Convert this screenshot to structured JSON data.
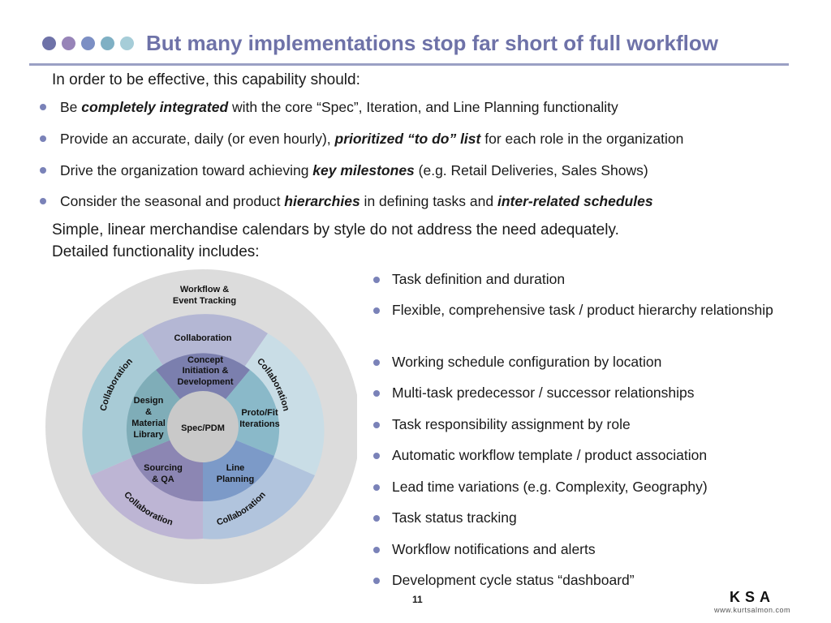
{
  "header": {
    "title": "But many implementations stop far short of full workflow",
    "dot_colors": [
      "#6e72a8",
      "#9784b8",
      "#7c8fc4",
      "#7fb0c4",
      "#a6cdd8"
    ]
  },
  "intro": "In order to be effective, this capability should:",
  "bullets": [
    {
      "pre": "Be ",
      "em": "completely integrated",
      "post": " with the core “Spec”, Iteration, and Line Planning functionality"
    },
    {
      "pre": "Provide an accurate, daily (or even hourly), ",
      "em": "prioritized “to do” list",
      "post": " for each role in the organization"
    },
    {
      "pre": "Drive the organization toward achieving ",
      "em": "key milestones",
      "post": " (e.g. Retail Deliveries, Sales Shows)"
    },
    {
      "pre": "Consider the seasonal and product ",
      "em": "hierarchies",
      "mid": " in defining tasks and ",
      "em2": "inter-related schedules"
    }
  ],
  "simple_text": {
    "line1": "Simple, linear merchandise calendars by style do not address the need adequately.",
    "line2": "Detailed functionality includes:"
  },
  "features": [
    "Task definition and duration",
    "Flexible, comprehensive task / product hierarchy relationship",
    "Working schedule configuration by location",
    "Multi-task predecessor / successor relationships",
    "Task responsibility assignment by role",
    "Automatic workflow template / product association",
    "Lead time variations (e.g. Complexity, Geography)",
    "Task status tracking",
    "Workflow notifications and alerts",
    "Development cycle status “dashboard”"
  ],
  "wheel": {
    "outer_label_1": "Workflow &",
    "outer_label_2": "Event Tracking",
    "center": "Spec/PDM",
    "collaboration": "Collaboration",
    "concept": [
      "Concept",
      "Initiation &",
      "Development"
    ],
    "proto": [
      "Proto/Fit",
      "Iterations"
    ],
    "line_planning": [
      "Line",
      "Planning"
    ],
    "sourcing": [
      "Sourcing",
      "& QA"
    ],
    "design": [
      "Design",
      "&",
      "Material",
      "Library"
    ],
    "colors": {
      "outer": "#dcdcdc",
      "top_outer": "#b4b7d4",
      "right_outer": "#c9dde6",
      "bottom_right_outer": "#b1c4dd",
      "bottom_left_outer": "#bdb5d4",
      "left_outer": "#a8cbd6",
      "concept": "#7b7fae",
      "proto": "#8ab9c9",
      "line_planning": "#7c9ac8",
      "sourcing": "#8c86b3",
      "design": "#7fadb8",
      "center": "#c9c9c9"
    }
  },
  "footer": {
    "page_number": "11",
    "logo": "KSA",
    "logo_url": "www.kurtsalmon.com"
  }
}
